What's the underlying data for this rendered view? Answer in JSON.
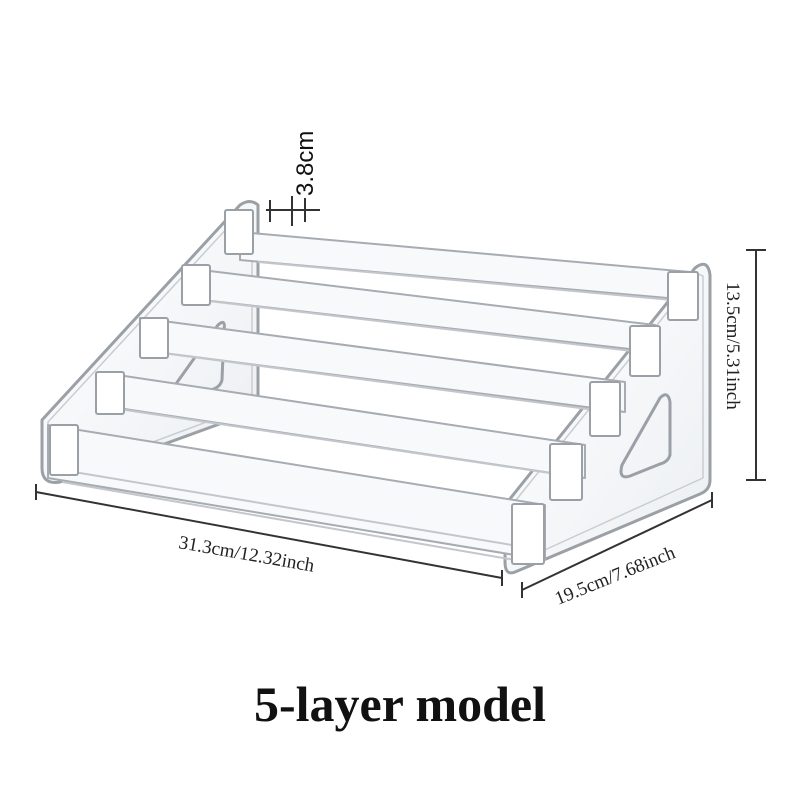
{
  "dimensions": {
    "tier_height": "3.8cm",
    "height": "13.5cm/5.31inch",
    "width": "31.3cm/12.32inch",
    "depth": "19.5cm/7.68inch"
  },
  "caption": "5-layer model",
  "colors": {
    "background": "#ffffff",
    "acrylic_edge": "#8a8f96",
    "acrylic_fill": "#f4f6f8",
    "dimension_line": "#333333",
    "text": "#111111"
  }
}
